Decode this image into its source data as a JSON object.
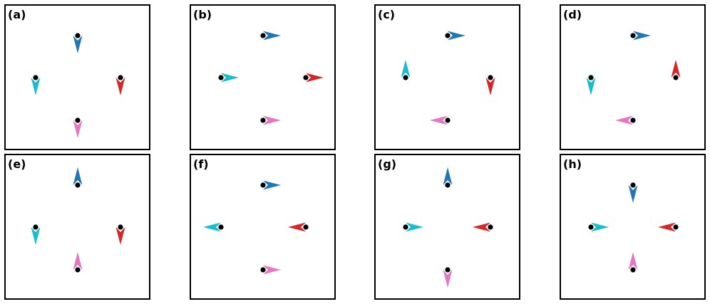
{
  "colors": {
    "top": "#1f77b4",
    "left": "#17becf",
    "right": "#d62728",
    "bottom": "#e377c2",
    "dot": "#000000"
  },
  "site_order": [
    "top",
    "left",
    "right",
    "bottom"
  ],
  "panels": [
    {
      "label": "(a)",
      "arrows": {
        "top": "down",
        "left": "down",
        "right": "down",
        "bottom": "down"
      }
    },
    {
      "label": "(b)",
      "arrows": {
        "top": "right",
        "left": "right",
        "right": "right",
        "bottom": "right"
      }
    },
    {
      "label": "(c)",
      "arrows": {
        "top": "right",
        "left": "up",
        "right": "down",
        "bottom": "left"
      }
    },
    {
      "label": "(d)",
      "arrows": {
        "top": "right",
        "left": "down",
        "right": "up",
        "bottom": "left"
      }
    },
    {
      "label": "(e)",
      "arrows": {
        "top": "up",
        "left": "down",
        "right": "down",
        "bottom": "up"
      }
    },
    {
      "label": "(f)",
      "arrows": {
        "top": "right",
        "left": "left",
        "right": "left",
        "bottom": "right"
      }
    },
    {
      "label": "(g)",
      "arrows": {
        "top": "up",
        "left": "right",
        "right": "left",
        "bottom": "down"
      }
    },
    {
      "label": "(h)",
      "arrows": {
        "top": "down",
        "left": "right",
        "right": "left",
        "bottom": "up"
      }
    }
  ]
}
